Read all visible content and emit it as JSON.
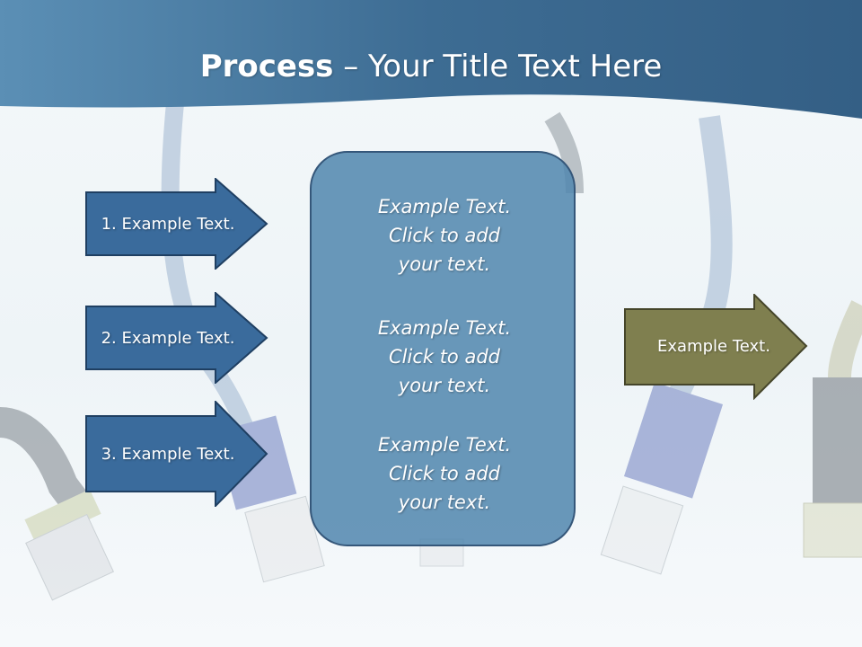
{
  "slide": {
    "title_bold": "Process",
    "title_rest": " – Your Title Text Here"
  },
  "left_arrows": [
    {
      "label": "1. Example Text."
    },
    {
      "label": "2. Example Text."
    },
    {
      "label": "3. Example Text."
    }
  ],
  "center_box": {
    "blocks": [
      {
        "line1": "Example Text.",
        "line2": "Click  to add",
        "line3": "your text."
      },
      {
        "line1": "Example Text.",
        "line2": "Click  to add",
        "line3": "your text."
      },
      {
        "line1": "Example Text.",
        "line2": "Click  to add",
        "line3": "your text."
      }
    ]
  },
  "right_arrow": {
    "label": "Example Text."
  },
  "colors": {
    "header": "#3f6f96",
    "left_arrow_fill": "#3a6b9c",
    "left_arrow_border": "#1f3f62",
    "center_box_fill": "#5086ae",
    "right_arrow_fill": "#7f7f4f",
    "right_arrow_border": "#45452a"
  }
}
